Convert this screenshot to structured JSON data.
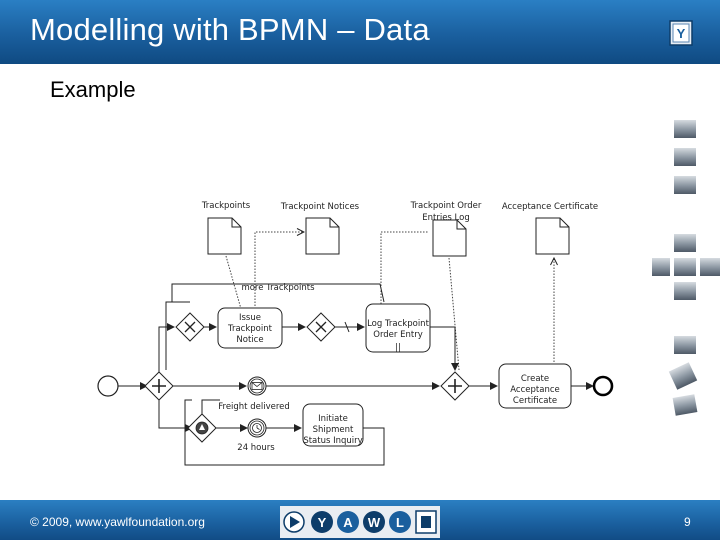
{
  "header": {
    "title": "Modelling with BPMN – Data"
  },
  "subtitle": "Example",
  "data_objects": [
    {
      "label_lines": [
        "Trackpoints"
      ]
    },
    {
      "label_lines": [
        "Trackpoint Notices"
      ]
    },
    {
      "label_lines": [
        "Trackpoint Order",
        "Entries Log"
      ]
    },
    {
      "label_lines": [
        "Acceptance Certificate"
      ]
    }
  ],
  "tasks": {
    "issue_notice": [
      "Issue",
      "Trackpoint",
      "Notice"
    ],
    "log_entry": [
      "Log Trackpoint",
      "Order Entry"
    ],
    "log_entry_marker": "||",
    "create_certificate": [
      "Create",
      "Acceptance",
      "Certificate"
    ],
    "initiate_inquiry": [
      "Initiate",
      "Shipment",
      "Status Inquiry"
    ]
  },
  "flow_labels": {
    "more_trackpoints": "more Trackpoints",
    "freight_delivered": "Freight delivered",
    "timer": "24 hours"
  },
  "footer": {
    "copyright": "© 2009, www.yawlfoundation.org",
    "page": "9"
  },
  "colors": {
    "header": "#1a5f9e",
    "footer": "#1a5f9e",
    "lines": "#222222"
  }
}
